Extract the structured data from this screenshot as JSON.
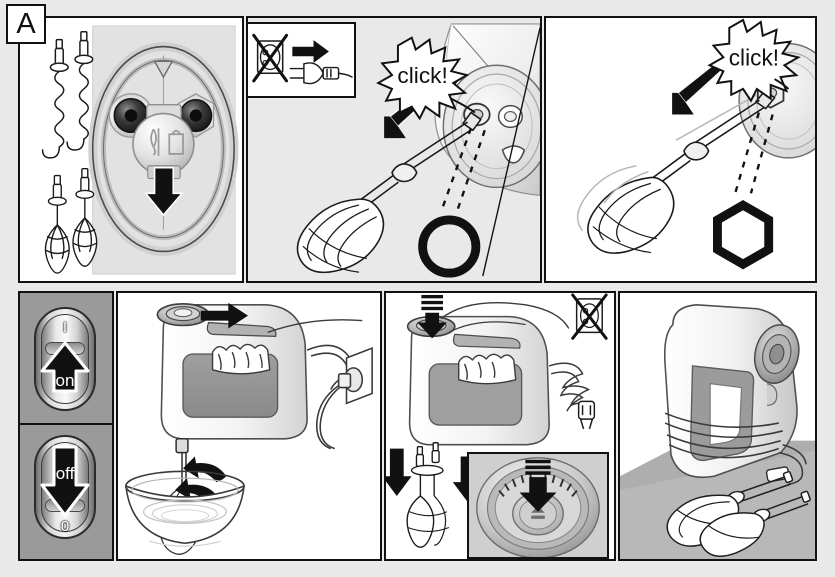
{
  "document": {
    "type": "appliance-instruction-diagram",
    "step_letter": "A",
    "subject": "hand mixer",
    "background_color": "#e9e9e9",
    "ink_color": "#111111"
  },
  "panels": {
    "accessories": {
      "name": "accessories-panel",
      "items": [
        {
          "label": "dough hook",
          "count": 2,
          "shank": "hexagonal",
          "shape": "spiral"
        },
        {
          "label": "beater",
          "count": 2,
          "shank": "round",
          "shape": "wire-whisk"
        }
      ]
    },
    "socket_detail": {
      "name": "socket-detail-panel",
      "left_socket": {
        "shape": "circle",
        "label": "round socket"
      },
      "right_socket": {
        "shape": "hexagon",
        "label": "hexagonal socket"
      },
      "pointer": {
        "symbol": "triangle-down",
        "label": "alignment marker"
      },
      "insert_arrow": {
        "direction": "down",
        "label": "insert downward"
      },
      "icons": [
        {
          "name": "beater-icon",
          "label": "beater"
        },
        {
          "name": "dough-hook-icon",
          "label": "dough hook"
        }
      ]
    },
    "unplug_warning": {
      "name": "unplug-warning-panel",
      "outlet": {
        "state": "crossed-out",
        "label": "do not leave plugged in"
      },
      "arrow": {
        "direction": "right",
        "label": "unplug first"
      },
      "plug": {
        "state": "disconnected",
        "label": "mains plug"
      }
    },
    "insert_beater": {
      "name": "insert-beater-panel",
      "callout": "click!",
      "target_socket": {
        "shape": "circle",
        "label": "round socket"
      },
      "arrow": {
        "direction": "up-right",
        "label": "push in until it clicks"
      },
      "tool": "beater"
    },
    "insert_hook": {
      "name": "insert-dough-hook-panel",
      "callout": "click!",
      "target_socket": {
        "shape": "hexagon",
        "label": "hexagonal socket"
      },
      "arrow": {
        "direction": "up-right",
        "label": "push in until it clicks"
      },
      "tool": "dough hook"
    },
    "switch": {
      "name": "speed-switch-panel",
      "on": {
        "position_mark": "I",
        "label": "on",
        "arrow": "up"
      },
      "off": {
        "position_mark": "0",
        "label": "off",
        "arrow": "down"
      }
    },
    "operate": {
      "name": "operate-in-bowl-panel",
      "appliance": "hand mixer",
      "slider_arrow": {
        "direction": "left",
        "label": "push speed slider"
      },
      "rotation_arrow": {
        "label": "stir in bowl"
      },
      "outlet": {
        "state": "plugged-in",
        "label": "mains outlet"
      },
      "vessel": "mixing bowl"
    },
    "eject": {
      "name": "eject-beaters-panel",
      "press_arrow": {
        "direction": "down",
        "label": "press eject button",
        "motion_lines": 3
      },
      "drop_arrows": {
        "direction": "down",
        "count": 2,
        "label": "beaters drop out"
      },
      "outlet": {
        "state": "crossed-out",
        "label": "unplug before ejecting"
      },
      "plug": {
        "state": "disconnected",
        "label": "mains plug"
      },
      "inset": {
        "name": "eject-button-inset",
        "symbol": "eject",
        "arrow": {
          "direction": "down",
          "label": "press"
        }
      }
    },
    "storage": {
      "name": "storage-panel",
      "appliance_position": "upright on heel",
      "cord": "wrapped around body",
      "accessories": "beaters placed beside unit"
    }
  }
}
